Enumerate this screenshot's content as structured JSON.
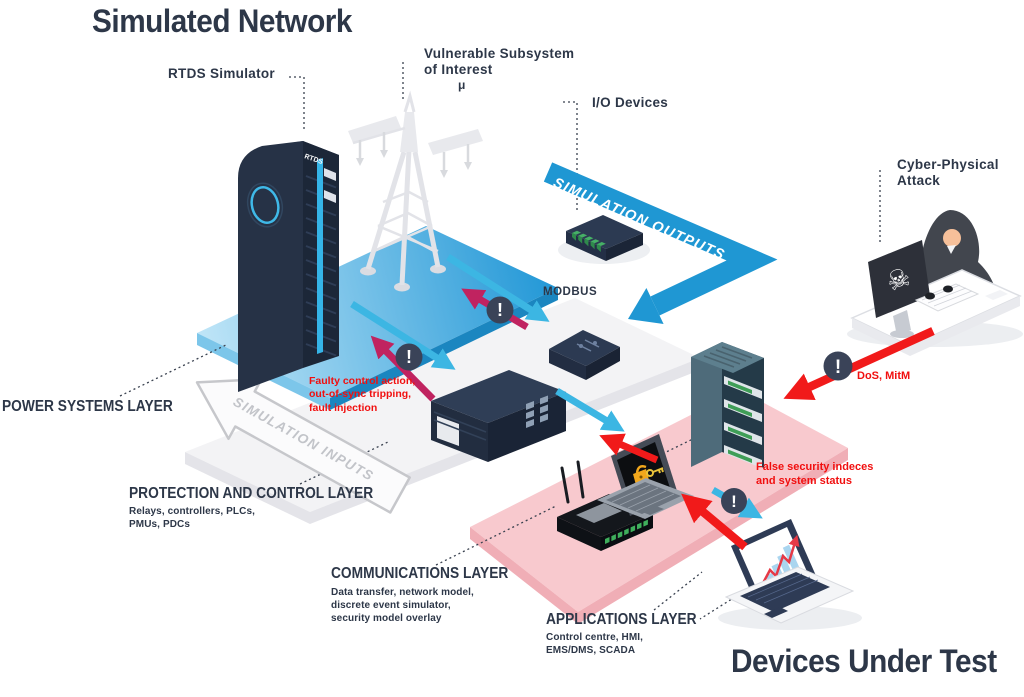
{
  "title": "Simulated Network",
  "footer_title": "Devices Under Test",
  "callouts": {
    "rtds_simulator": "RTDS Simulator",
    "vulnerable_subsystem": "Vulnerable Subsystem\nof Interest",
    "mu_symbol": "μ",
    "io_devices": "I/O Devices",
    "cyber_attack": "Cyber-Physical\nAttack",
    "modbus": "MODBUS"
  },
  "flow_banners": {
    "outputs": "SIMULATION OUTPUTS",
    "inputs": "SIMULATION INPUTS"
  },
  "layers": [
    {
      "name": "POWER SYSTEMS LAYER",
      "sub": ""
    },
    {
      "name": "PROTECTION AND CONTROL LAYER",
      "sub": "Relays, controllers, PLCs,\nPMUs, PDCs"
    },
    {
      "name": "COMMUNICATIONS LAYER",
      "sub": "Data transfer, network model,\ndiscrete event simulator,\nsecurity model overlay"
    },
    {
      "name": "APPLICATIONS LAYER",
      "sub": "Control centre, HMI,\nEMS/DMS, SCADA"
    }
  ],
  "attack_annotations": {
    "faulty_control": "Faulty control action,\nout-of-sync tripping,\nfault injection",
    "dos_mitm": "DoS, MitM",
    "false_security": "False security indeces\nand system status"
  },
  "icons": {
    "warning_glyph": "!",
    "skull_glyph": "☠"
  },
  "device_text": {
    "rtds_logo": "RTDS"
  },
  "colors": {
    "platform_blue": "#2196d6",
    "platform_white": "#f3f3f5",
    "platform_pink": "#f8c9ce",
    "arrow_cyan": "#3cb6e3",
    "arrow_crimson": "#c02360",
    "arrow_red": "#f11a1a",
    "sim_output_blue": "#1f97d3",
    "heading_navy": "#2d3748",
    "warning_red": "#f10f0f"
  }
}
